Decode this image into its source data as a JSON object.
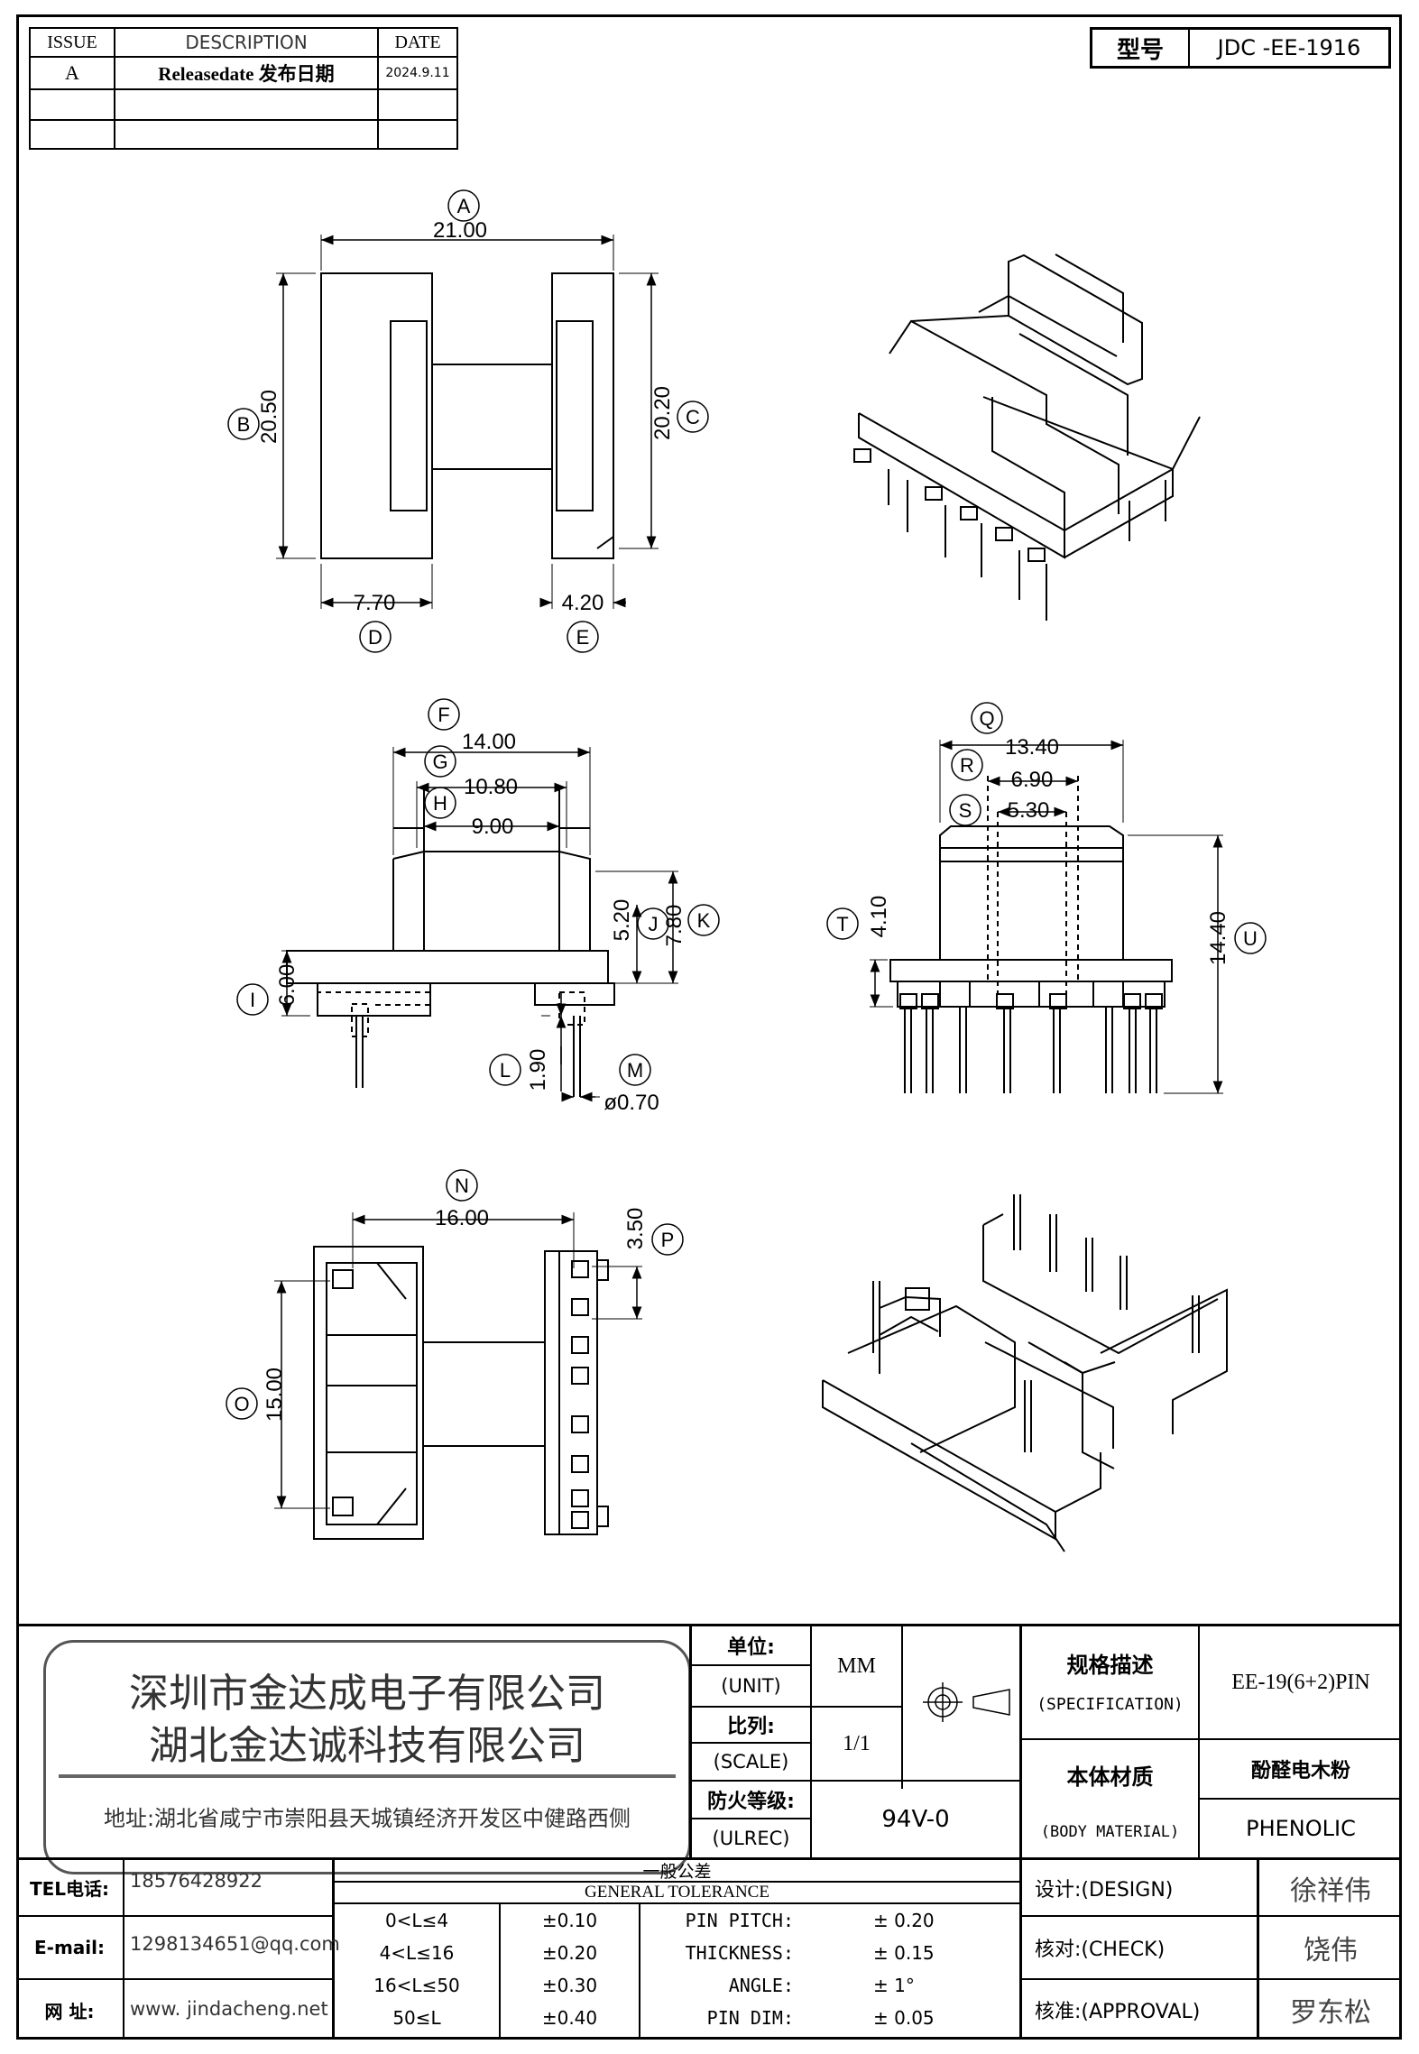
{
  "revision": {
    "headers": [
      "ISSUE",
      "DESCRIPTION",
      "DATE"
    ],
    "rows": [
      {
        "issue": "A",
        "description": "Releasedate 发布日期",
        "date": "2024.9.11"
      }
    ]
  },
  "model": {
    "label": "型号",
    "value": "JDC -EE-1916"
  },
  "dimensions": {
    "A": "21.00",
    "B": "20.50",
    "C": "20.20",
    "D": "7.70",
    "E": "4.20",
    "F": "14.00",
    "G": "10.80",
    "H": "9.00",
    "I": "6.00",
    "J": "5.20",
    "K": "7.80",
    "L": "1.90",
    "M": "ø0.70",
    "N": "16.00",
    "O": "15.00",
    "P": "3.50",
    "Q": "13.40",
    "R": "6.90",
    "S": "5.30",
    "T": "4.10",
    "U": "14.40"
  },
  "title_block": {
    "company1": "深圳市金达成电子有限公司",
    "company2": "湖北金达诚科技有限公司",
    "address": "地址:湖北省咸宁市崇阳县天城镇经济开发区中健路西侧",
    "unit_cn": "单位:",
    "unit_en": "(UNIT)",
    "unit_value": "MM",
    "scale_cn": "比列:",
    "scale_en": "(SCALE)",
    "scale_value": "1/1",
    "fire_cn": "防火等级:",
    "fire_en": "(ULREC)",
    "fire_value": "94V-0",
    "spec_cn": "规格描述",
    "spec_en": "(SPECIFICATION)",
    "spec_value": "EE-19(6+2)PIN",
    "material_cn": "本体材质",
    "material_en": "(BODY MATERIAL)",
    "material_value_cn": "酚醛电木粉",
    "material_value_en": "PHENOLIC",
    "tel_label": "TEL电话:",
    "tel": "18576428922",
    "email_label": "E-mail:",
    "email": "1298134651@qq.com",
    "web_label": "网  址:",
    "web": "www. jindacheng.net",
    "tolerance_cn": "一般公差",
    "tolerance_en": "GENERAL TOLERANCE",
    "tol_ranges": [
      "0<L≤4",
      "4<L≤16",
      "16<L≤50",
      "50≤L"
    ],
    "tol_values": [
      "±0.10",
      "±0.20",
      "±0.30",
      "±0.40"
    ],
    "tol_items": [
      "PIN PITCH:",
      "THICKNESS:",
      "ANGLE:",
      "PIN DIM:"
    ],
    "tol_item_values": [
      "±  0.20",
      "±  0.15",
      "±  1°",
      "±  0.05"
    ],
    "design_label": "设计:(DESIGN)",
    "design_name": "徐祥伟",
    "check_label": "核对:(CHECK)",
    "check_name": "饶伟",
    "approval_label": "核准:(APPROVAL)",
    "approval_name": "罗东松"
  }
}
